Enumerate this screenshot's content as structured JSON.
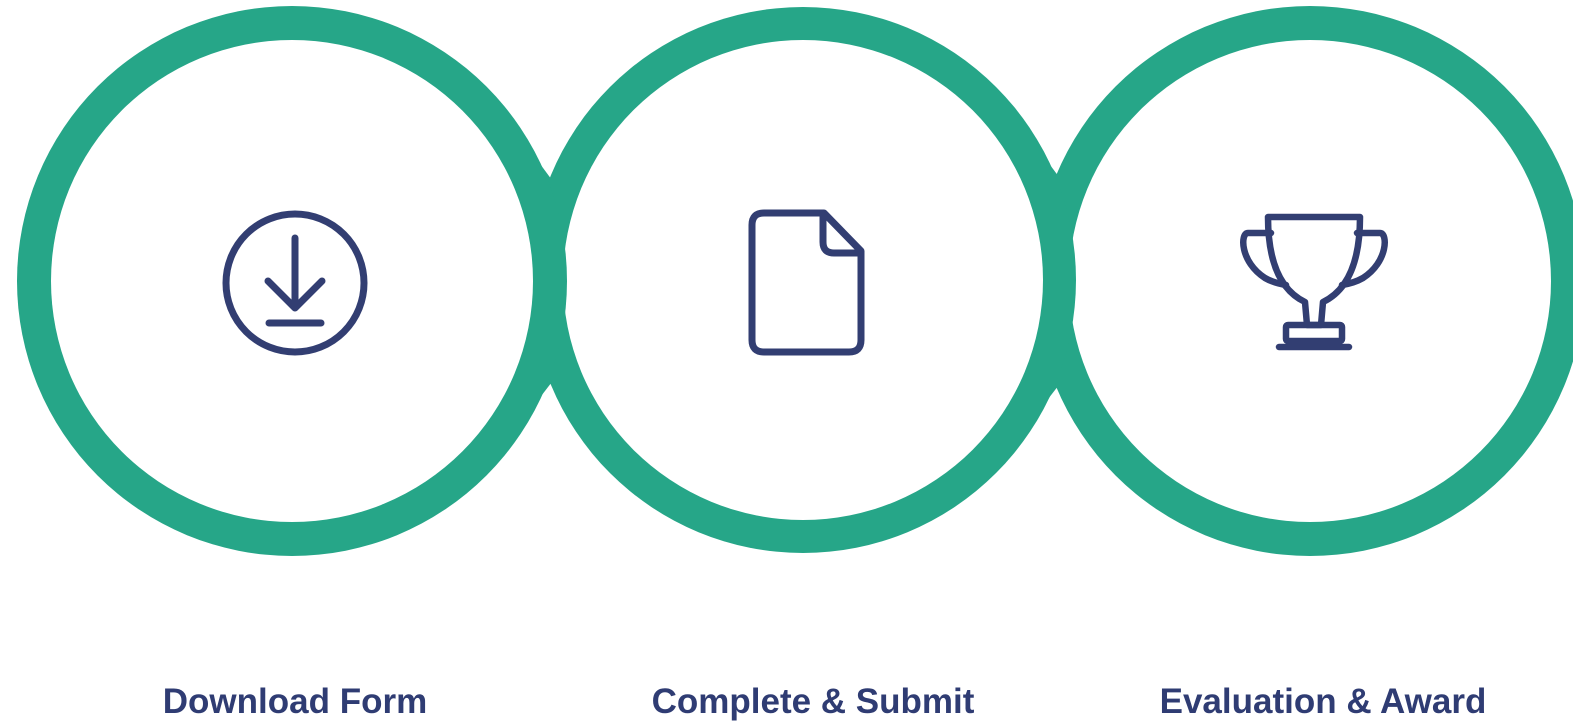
{
  "colors": {
    "ring": "#26a688",
    "icon": "#323e72",
    "label": "#2f3c73",
    "background": "#ffffff"
  },
  "steps": [
    {
      "label": "Download Form",
      "icon": "download-icon"
    },
    {
      "label": "Complete & Submit",
      "icon": "document-icon"
    },
    {
      "label": "Evaluation & Award",
      "icon": "trophy-icon"
    }
  ]
}
